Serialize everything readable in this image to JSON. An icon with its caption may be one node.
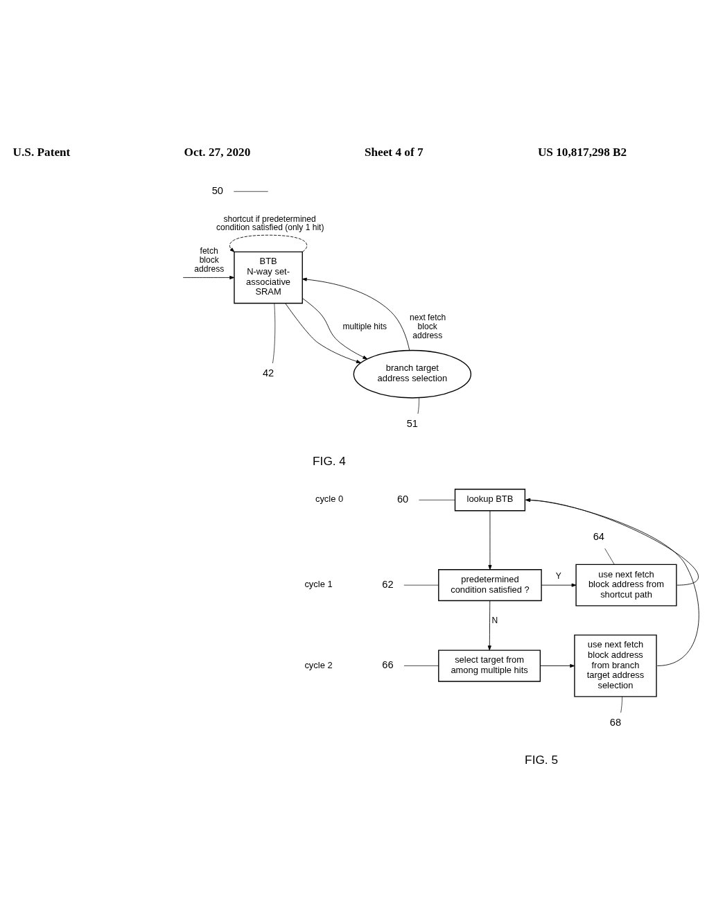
{
  "diagram": {
    "nodes": [
      {
        "text": [
          "50"
        ]
      },
      {
        "text": [
          "BTB",
          "N-way set-associative SRAM"
        ]
      },
      {
        "text": [
          "42"
        ]
      },
      {
        "text": [
          "branch target address selection"
        ]
      },
      {
        "text": [
          "51"
        ]
      },
      {
        "text": [
          "60"
        ]
      },
      {
        "text": [
          "lookup BTB"
        ]
      },
      {
        "text": [
          "64"
        ]
      },
      {
        "text": [
          "62"
        ]
      },
      {
        "text": [
          "predetermined condition satisfied ?"
        ]
      },
      {
        "text": [
          "use next fetch block address from shortcut path"
        ]
      },
      {
        "text": [
          "66"
        ]
      },
      {
        "text": [
          "select target from among multiple hits"
        ]
      },
      {
        "text": [
          "use next fetch block address from branch target address selection"
        ]
      },
      {
        "text": [
          "68"
        ]
      }
    ],
    "edges": [
      {
        "from": null,
        "to": 1,
        "arrow": "to",
        "label": "fetch block address"
      },
      {
        "from": 1,
        "to": 3,
        "arrow": "to"
      },
      {
        "from": 1,
        "to": 3,
        "arrow": "to",
        "label": "multiple hits"
      },
      {
        "from": 1,
        "to": 1,
        "arrow": "to",
        "style": "dashed",
        "label": "shortcut if predetermined condition satisfied (only 1 hit)"
      },
      {
        "from": 3,
        "to": 1,
        "arrow": "to",
        "label": "next fetch block address"
      },
      {
        "from": 0,
        "to": null,
        "arrow": "none"
      },
      {
        "from": 2,
        "to": 1,
        "arrow": "none"
      },
      {
        "from": 4,
        "to": 3,
        "arrow": "none"
      },
      {
        "from": 5,
        "to": 6,
        "arrow": "none"
      },
      {
        "from": 6,
        "to": 9,
        "arrow": "to"
      },
      {
        "from": 9,
        "to": 10,
        "arrow": "to",
        "label": "Y"
      },
      {
        "from": 10,
        "to": 6,
        "arrow": "to"
      },
      {
        "from": 7,
        "to": 10,
        "arrow": "none"
      },
      {
        "from": 8,
        "to": 9,
        "arrow": "none"
      },
      {
        "from": 9,
        "to": 12,
        "arrow": "to",
        "label": "N"
      },
      {
        "from": 11,
        "to": 12,
        "arrow": "none"
      },
      {
        "from": 12,
        "to": 13,
        "arrow": "to"
      },
      {
        "from": 13,
        "to": 6,
        "arrow": "to"
      },
      {
        "from": 14,
        "to": 13,
        "arrow": "none"
      }
    ],
    "labels": [
      "U.S. Patent",
      "Oct. 27, 2020",
      "Sheet 4 of 7",
      "US 10,817,298 B2",
      "FIG. 4",
      "cycle 0",
      "cycle 1",
      "cycle 2",
      "FIG. 5"
    ]
  }
}
